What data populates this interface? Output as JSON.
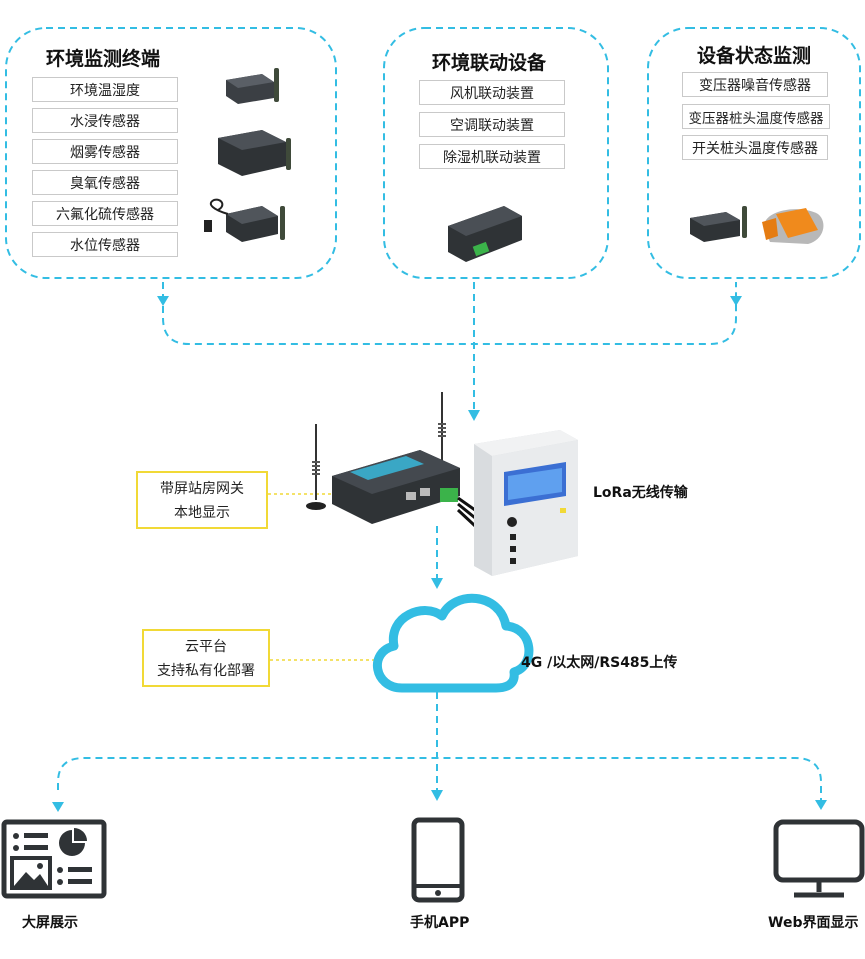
{
  "colors": {
    "dash": "#33bde3",
    "yellow": "#f1d936",
    "dark": "#2f3336",
    "orange": "#f08a1c",
    "teal": "#3aa7c5",
    "screen": "#3b6fd3"
  },
  "group1": {
    "title": "环境监测终端",
    "items": [
      "环境温湿度",
      "水浸传感器",
      "烟雾传感器",
      "臭氧传感器",
      "六氟化硫传感器",
      "水位传感器"
    ]
  },
  "group2": {
    "title": "环境联动设备",
    "items": [
      "风机联动装置",
      "空调联动装置",
      "除湿机联动装置"
    ]
  },
  "group3": {
    "title": "设备状态监测",
    "items": [
      "变压器噪音传感器",
      "变压器桩头温度传感器",
      "开关桩头温度传感器"
    ]
  },
  "gateway_note": {
    "line1": "带屏站房网关",
    "line2": "本地显示"
  },
  "lora_label": "LoRa无线传输",
  "cloud_note": {
    "line1": "云平台",
    "line2": "支持私有化部署"
  },
  "uplink_label": "4G /以太网/RS485上传",
  "endpoints": {
    "big_screen": "大屏展示",
    "phone": "手机APP",
    "web": "Web界面显示"
  },
  "icons": {
    "sensor": "sensor-device-icon",
    "gateway": "gateway-router-icon",
    "cabinet": "control-cabinet-icon",
    "cloud": "cloud-icon",
    "dashboard": "dashboard-icon",
    "phone": "smartphone-icon",
    "monitor": "monitor-icon"
  }
}
